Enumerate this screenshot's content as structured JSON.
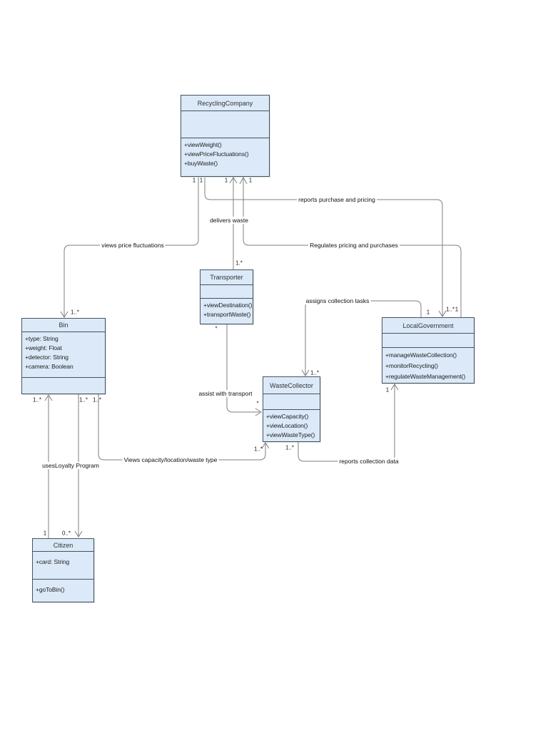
{
  "colors": {
    "box_fill": "#dbe9f8",
    "box_border": "#46545f",
    "line": "#7f7f7f"
  },
  "classes": {
    "recycling_company": {
      "name": "RecyclingCompany",
      "attributes": [],
      "methods": [
        "+viewWeight()",
        "+viewPriceFluctuations()",
        "+buyWaste()"
      ]
    },
    "transporter": {
      "name": "Transporter",
      "attributes": [],
      "methods": [
        "+viewDestination()",
        "+transportWaste()"
      ]
    },
    "bin": {
      "name": "Bin",
      "attributes": [
        "+type: String",
        "+weight: Float",
        "+detector: String",
        "+camera: Boolean"
      ],
      "methods": []
    },
    "waste_collector": {
      "name": "WasteCollector",
      "attributes": [],
      "methods": [
        "+viewCapacity()",
        "+viewLocation()",
        "+viewWasteType()"
      ]
    },
    "local_government": {
      "name": "LocalGovernment",
      "attributes": [],
      "methods": [
        "+manageWasteCollection()",
        "+monitorRecycling()",
        "+regulateWasteManagement()"
      ]
    },
    "citizen": {
      "name": "Citizen",
      "attributes": [
        "+card: String"
      ],
      "methods": [
        "+goToBin()"
      ]
    }
  },
  "edges": {
    "delivers_waste": "delivers waste",
    "reports_purchase": "reports purchase and pricing",
    "regulates": "Regulates pricing and purchases",
    "views_price": "views price fluctuations",
    "assigns": "assigns collection tasks",
    "assist": "assist with transport",
    "uses_loyalty": "usesLoyalty Program",
    "views_capacity": "Views capacity/location/waste type",
    "reports_collection": "reports collection data"
  },
  "multiplicity": {
    "rc_views": "1",
    "rc_reports": "1",
    "rc_delivers": "1",
    "rc_regulates": "1",
    "transporter_top": "1.*",
    "transporter_assist": "*",
    "bin_top": "1..*",
    "bin_uses": "1..*",
    "bin_citizen": "1..*",
    "bin_views": "1..*",
    "wc_assigns": "1..*",
    "wc_assist": "*",
    "wc_views": "1..*",
    "wc_reports": "1..*",
    "lg_assigns": "1",
    "lg_reports_in": "1..*",
    "lg_regulates": "1",
    "lg_collection": "1",
    "citizen_uses": "1",
    "citizen_bin": "0..*"
  }
}
